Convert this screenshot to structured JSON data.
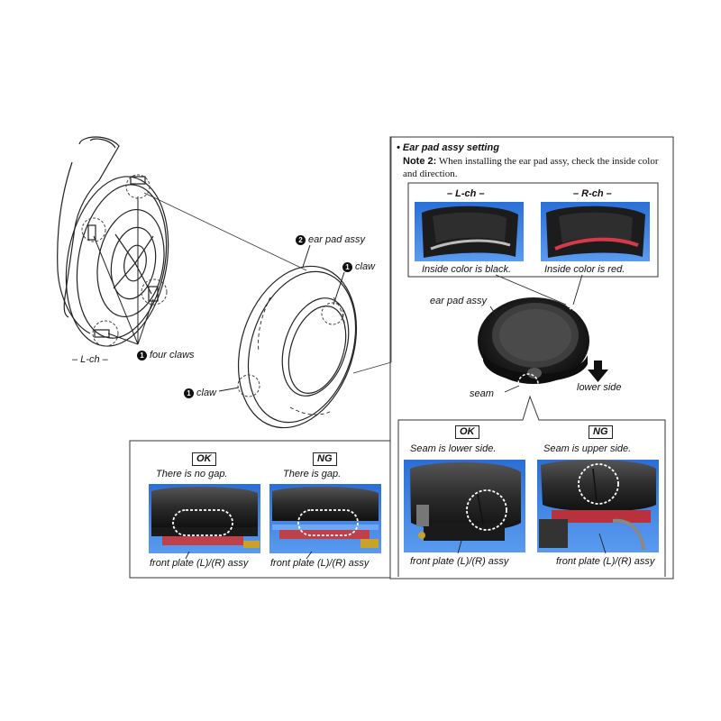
{
  "left_view": {
    "lch_label": "– L-ch –",
    "four_claws": {
      "number": "1",
      "label": "four claws"
    }
  },
  "ear_pad_view": {
    "ear_pad_assy": {
      "number": "2",
      "label": "ear pad assy"
    },
    "claw_top": {
      "number": "1",
      "label": "claw"
    },
    "claw_bottom": {
      "number": "1",
      "label": "claw"
    }
  },
  "setting_panel": {
    "bullet": "•",
    "title": "Ear pad assy setting",
    "note_label": "Note 2:",
    "note_text": "When installing the ear pad assy, check the inside color and direction.",
    "lch_header": "– L-ch –",
    "rch_header": "– R-ch –",
    "lch_caption": "Inside color is black.",
    "rch_caption": "Inside color is red.",
    "ear_pad_label": "ear pad assy",
    "seam_label": "seam",
    "lower_side_label": "lower side"
  },
  "gap_panel": {
    "ok_label": "OK",
    "ng_label": "NG",
    "ok_caption": "There is no gap.",
    "ng_caption": "There is gap.",
    "plate_caption_left": "front plate (L)/(R) assy",
    "plate_caption_right": "front plate (L)/(R) assy"
  },
  "seam_panel": {
    "ok_label": "OK",
    "ng_label": "NG",
    "ok_caption": "Seam is lower side.",
    "ng_caption": "Seam is upper side.",
    "plate_caption_left": "front plate (L)/(R) assy",
    "plate_caption_right": "front plate (L)/(R) assy"
  }
}
